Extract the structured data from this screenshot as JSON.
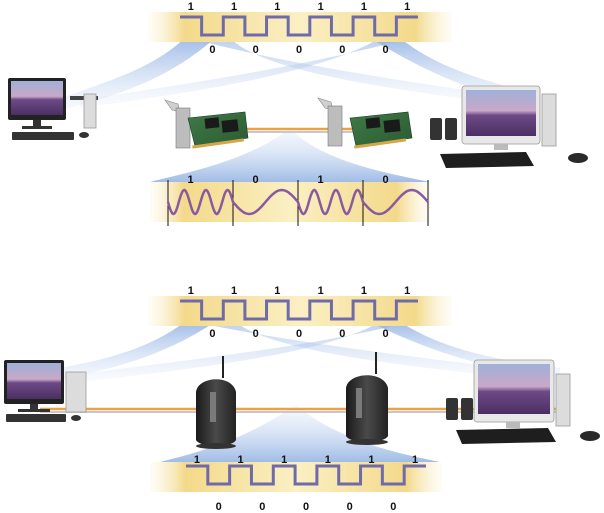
{
  "panels": [
    {
      "id": "top",
      "upper_signal": {
        "ones": [
          "1",
          "1",
          "1",
          "1",
          "1",
          "1"
        ],
        "zeros": [
          "0",
          "0",
          "0",
          "0",
          "0"
        ]
      },
      "lower_signal": {
        "labels": [
          "1",
          "0",
          "1",
          "0"
        ]
      },
      "devices": "network-interface-cards"
    },
    {
      "id": "bottom",
      "upper_signal": {
        "ones": [
          "1",
          "1",
          "1",
          "1",
          "1",
          "1"
        ],
        "zeros": [
          "0",
          "0",
          "0",
          "0",
          "0"
        ]
      },
      "lower_signal": {
        "ones": [
          "1",
          "1",
          "1",
          "1",
          "1",
          "1"
        ],
        "zeros": [
          "0",
          "0",
          "0",
          "0",
          "0"
        ]
      },
      "devices": "modems"
    }
  ],
  "colors": {
    "band_gold": "#f3d98a",
    "band_light": "#fbf3d6",
    "wave_square": "#6f6aa8",
    "wave_analog": "#8a5aa0",
    "beam": "#9bb8e6",
    "cable_orange": "#f0a040",
    "cable_grey": "#c8c8c8",
    "screen_purple": "#7a5a9a",
    "device_dark": "#2a2a2a"
  }
}
